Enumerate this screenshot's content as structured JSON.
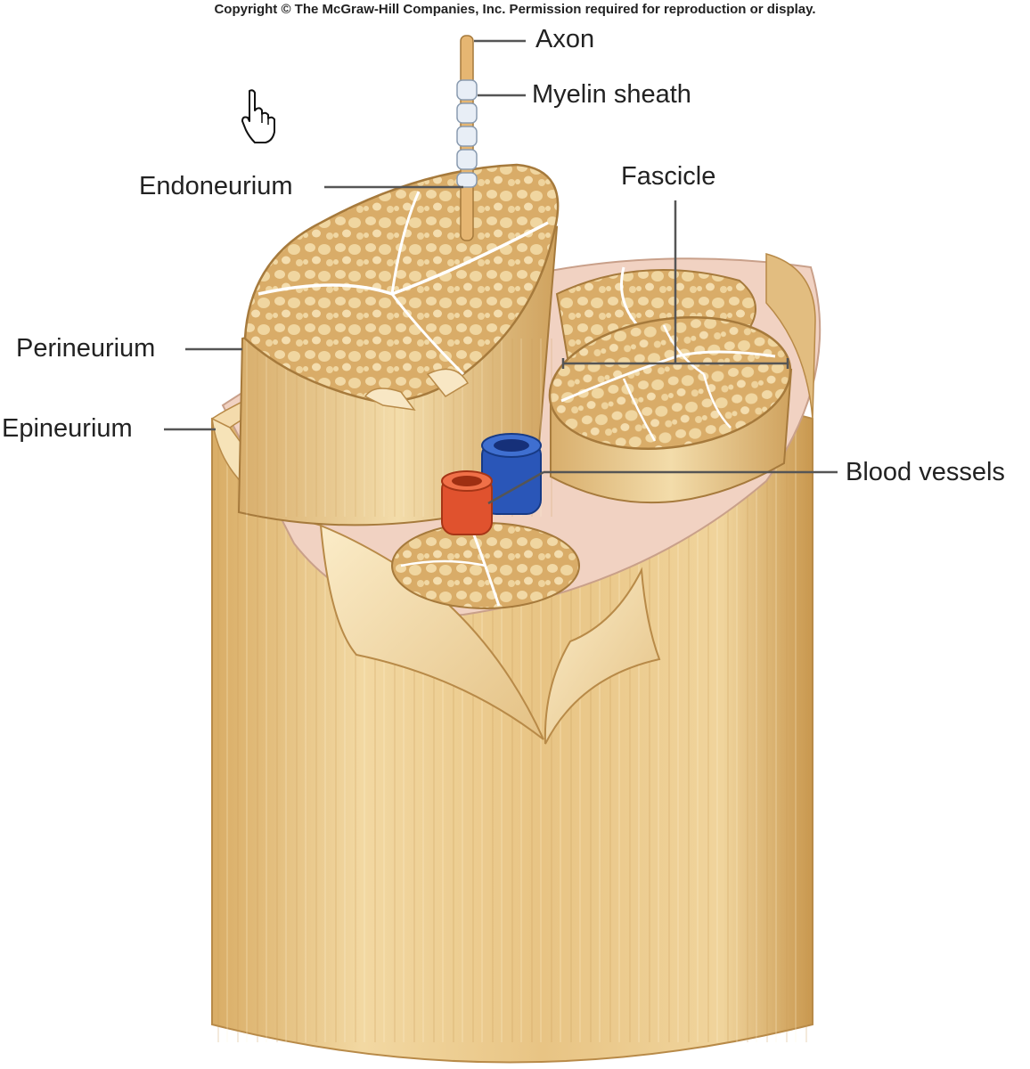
{
  "copyright": "Copyright © The McGraw-Hill Companies, Inc. Permission required for reproduction or display.",
  "labels": {
    "axon": "Axon",
    "myelin_sheath": "Myelin sheath",
    "endoneurium": "Endoneurium",
    "fascicle": "Fascicle",
    "perineurium": "Perineurium",
    "epineurium": "Epineurium",
    "blood_vessels": "Blood vessels"
  },
  "icons": {
    "cursor": "hand-pointer-icon"
  },
  "colors": {
    "tissue": "#e9c98e",
    "tissue_dark": "#c99a55",
    "tissue_light": "#f6e2b4",
    "epineurium_inner": "#f0cfc0",
    "artery": "#e0522e",
    "vein": "#2a56b8",
    "leader": "#555555"
  }
}
